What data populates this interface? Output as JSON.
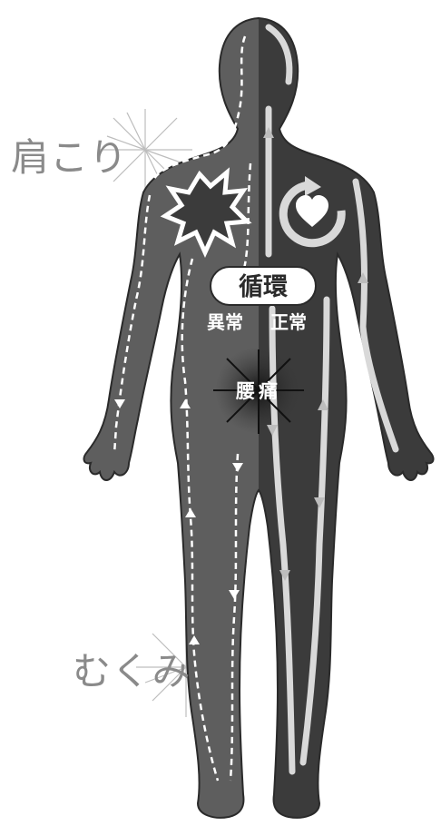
{
  "labels": {
    "katakori": "肩こり",
    "mukumi": "むくみ",
    "junkan": "循環",
    "ijou": "異常",
    "seijou": "正常",
    "youtsuu": "腰痛"
  },
  "colors": {
    "background": "#ffffff",
    "body_left": "#5e5e5e",
    "body_right": "#3b3b3b",
    "outline": "#2a2a2a",
    "flow_line": "#d9d9d9",
    "flow_dashed": "#ffffff",
    "pain_burst": "#ffffff",
    "side_label": "#8a8a8a",
    "starburst": "#bdbdbd"
  },
  "icons": {
    "heart": "heart-icon",
    "cycle": "circular-arrow-icon",
    "pain": "pain-burst-icon"
  }
}
